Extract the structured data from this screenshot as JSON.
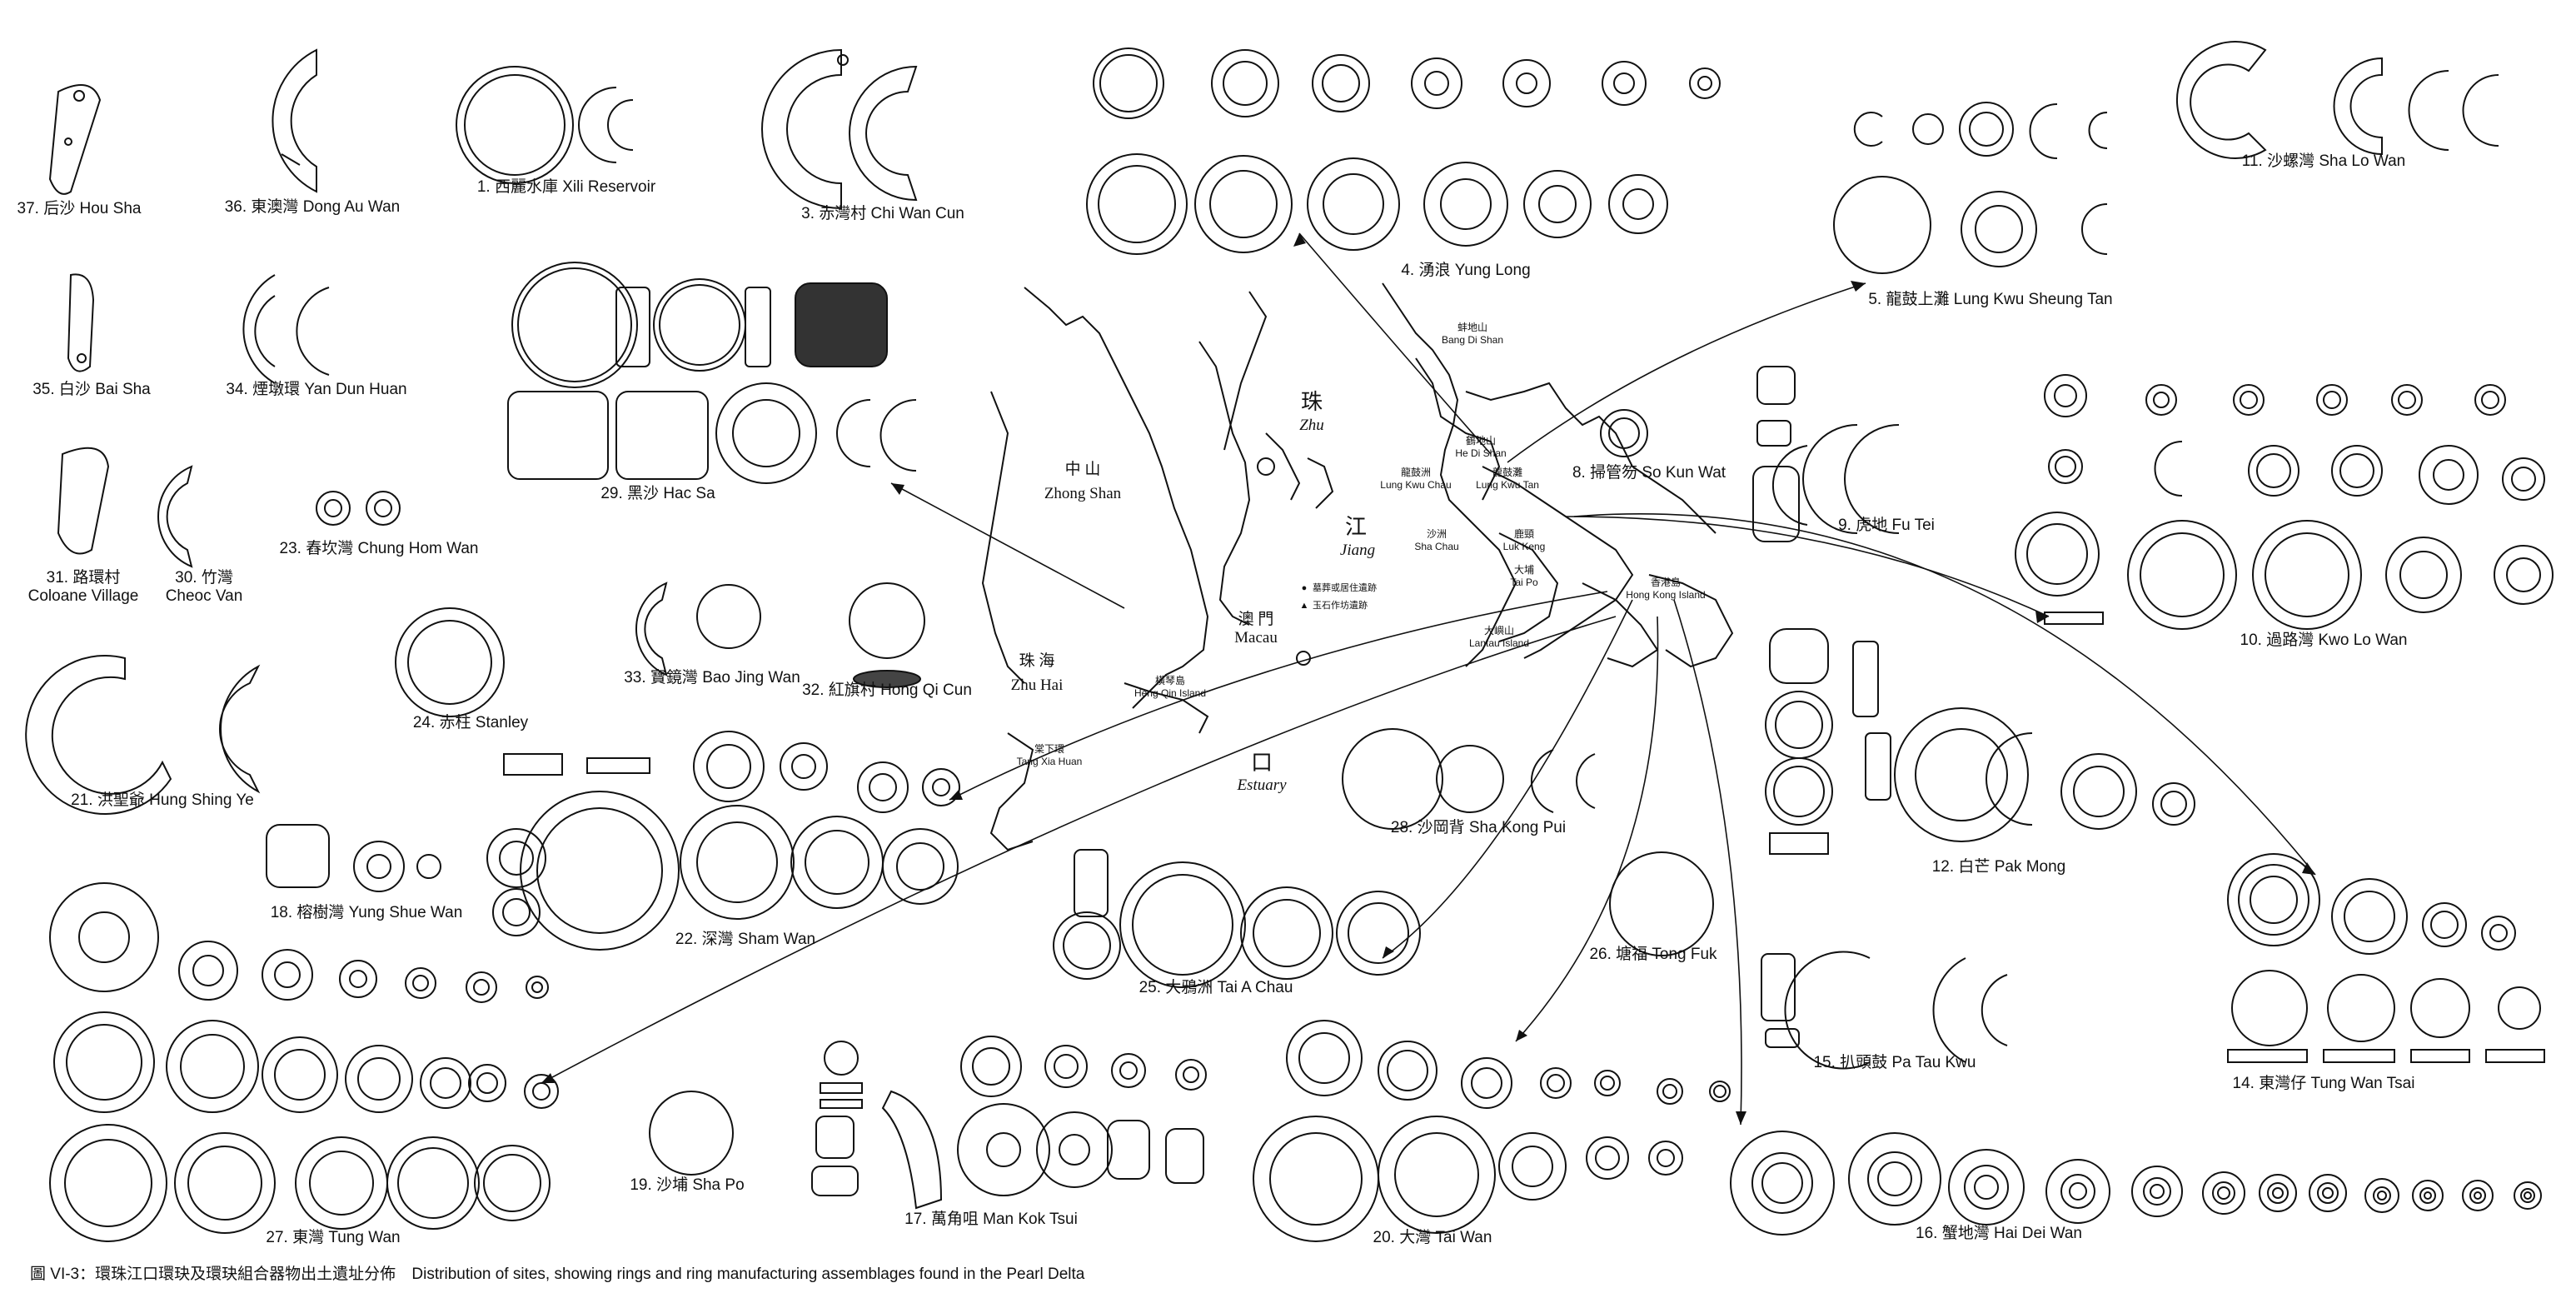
{
  "colors": {
    "ink": "#111111",
    "paper": "#ffffff"
  },
  "sites": [
    {
      "id": "37",
      "label": "37. 后沙 Hou Sha"
    },
    {
      "id": "36",
      "label": "36. 東澳灣 Dong Au Wan"
    },
    {
      "id": "1",
      "label": "1. 西麗水庫 Xili Reservoir"
    },
    {
      "id": "3",
      "label": "3. 赤灣村 Chi Wan Cun"
    },
    {
      "id": "4",
      "label": "4. 湧浪 Yung Long"
    },
    {
      "id": "5",
      "label": "5. 龍鼓上灘 Lung Kwu Sheung Tan"
    },
    {
      "id": "11",
      "label": "11. 沙螺灣 Sha Lo Wan"
    },
    {
      "id": "35",
      "label": "35. 白沙 Bai Sha"
    },
    {
      "id": "34",
      "label": "34. 煙墩環 Yan Dun Huan"
    },
    {
      "id": "29",
      "label": "29. 黑沙 Hac Sa"
    },
    {
      "id": "8",
      "label": "8. 掃管笏 So Kun Wat"
    },
    {
      "id": "9",
      "label": "9. 虎地 Fu Tei"
    },
    {
      "id": "10",
      "label": "10. 過路灣 Kwo Lo Wan"
    },
    {
      "id": "31",
      "label": "31. 路環村",
      "label2": "Coloane Village"
    },
    {
      "id": "30",
      "label": "30. 竹灣",
      "label2": "Cheoc Van"
    },
    {
      "id": "23",
      "label": "23. 舂坎灣 Chung Hom Wan"
    },
    {
      "id": "33",
      "label": "33. 寶鏡灣 Bao Jing Wan"
    },
    {
      "id": "32",
      "label": "32. 紅旗村 Hong Qi Cun"
    },
    {
      "id": "24",
      "label": "24. 赤柱 Stanley"
    },
    {
      "id": "21",
      "label": "21. 洪聖爺 Hung Shing Ye"
    },
    {
      "id": "12",
      "label": "12. 白芒 Pak Mong"
    },
    {
      "id": "28",
      "label": "28. 沙岡背 Sha Kong Pui"
    },
    {
      "id": "18",
      "label": "18. 榕樹灣 Yung Shue Wan"
    },
    {
      "id": "22",
      "label": "22. 深灣 Sham Wan"
    },
    {
      "id": "26",
      "label": "26. 塘福 Tong Fuk"
    },
    {
      "id": "25",
      "label": "25. 大鴉洲 Tai A Chau"
    },
    {
      "id": "14",
      "label": "14. 東灣仔 Tung Wan Tsai"
    },
    {
      "id": "15",
      "label": "15. 扒頭鼓 Pa Tau Kwu"
    },
    {
      "id": "19",
      "label": "19. 沙埔  Sha Po"
    },
    {
      "id": "17",
      "label": "17. 萬角咀 Man Kok Tsui"
    },
    {
      "id": "20",
      "label": "20. 大灣 Tai Wan"
    },
    {
      "id": "16",
      "label": "16. 蟹地灣 Hai Dei Wan"
    },
    {
      "id": "27",
      "label": "27. 東灣  Tung Wan"
    }
  ],
  "map": {
    "labels": {
      "zhu": "珠",
      "zhu_en": "Zhu",
      "jiang": "江",
      "jiang_en": "Jiang",
      "kou": "口",
      "estuary": "Estuary",
      "zhongshan_cn": "中 山",
      "zhongshan": "Zhong Shan",
      "macau_cn": "澳 門",
      "macau": "Macau",
      "zhuhai_cn": "珠 海",
      "zhuhai": "Zhu Hai",
      "hengqin": "橫琴島",
      "hengqin_en": "Heng Qin Island",
      "tangxiahuan": "棠下環",
      "tangxiahuan_en": "Tang Xia Huan",
      "bangdishan": "蚌地山",
      "bangdishan_en": "Bang Di Shan",
      "hedishan": "鶴地山",
      "hedishan_en": "He Di Shan",
      "lungkwuchau": "龍鼓洲",
      "lungkwuchau_en": "Lung Kwu Chau",
      "lungkwutan": "龍鼓灘",
      "lungkwutan_en": "Lung Kwu Tan",
      "shachau": "沙洲",
      "shachau_en": "Sha Chau",
      "lukkeng": "鹿頸",
      "lukkeng_en": "Luk Keng",
      "taipo": "大埔",
      "taipo_en": "Tai Po",
      "hongkong": "香港島",
      "hongkong_en": "Hong Kong Island",
      "lantau": "大嶼山",
      "lantau_en": "Lantau Island"
    },
    "legend": [
      {
        "symbol": "●",
        "text": "墓葬或居住遺跡"
      },
      {
        "symbol": "▲",
        "text": "玉石作坊遺跡"
      }
    ]
  },
  "caption": {
    "code": "圖 VI-3：環珠江口環玦及環玦組合器物出土遺址分佈",
    "english": "Distribution of sites, showing rings and ring manufacturing assemblages found in the Pearl Delta"
  }
}
